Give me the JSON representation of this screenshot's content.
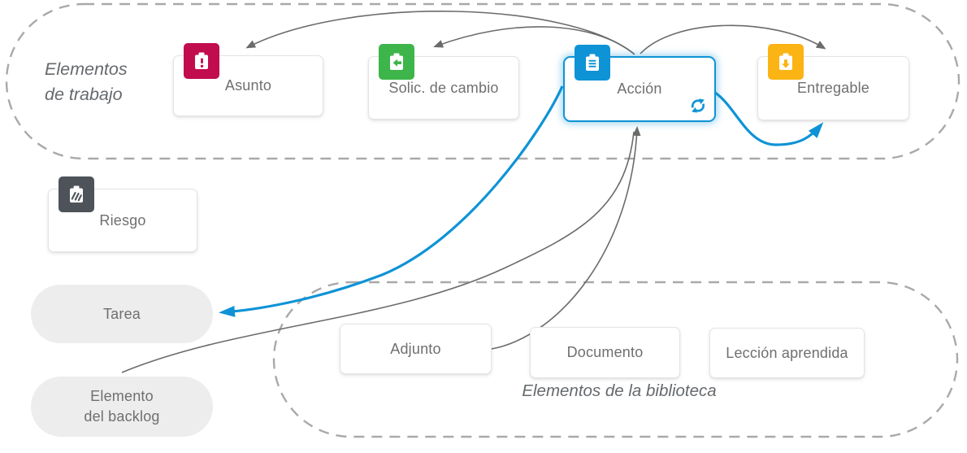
{
  "groups": {
    "work_items": {
      "line1": "Elementos",
      "line2": "de trabajo"
    },
    "library": {
      "label": "Elementos de la biblioteca"
    }
  },
  "nodes": {
    "asunto": {
      "label": "Asunto",
      "color": "#c10c4e",
      "icon": "clipboard-exclamation-icon"
    },
    "solic_de_cambio": {
      "label": "Solic. de cambio",
      "color": "#3db54a",
      "icon": "clipboard-arrow-left-icon"
    },
    "accion": {
      "label": "Acción",
      "color": "#0e93d6",
      "icon": "clipboard-list-icon",
      "corner_icon": "sync-icon",
      "selected": true
    },
    "entregable": {
      "label": "Entregable",
      "color": "#fbb414",
      "icon": "clipboard-arrow-down-icon"
    },
    "riesgo": {
      "label": "Riesgo",
      "color": "#4d5359",
      "icon": "clipboard-hatch-icon"
    },
    "tarea": {
      "label": "Tarea",
      "shape": "pill"
    },
    "elemento_del_backlog": {
      "line1": "Elemento",
      "line2": "del backlog",
      "shape": "pill"
    },
    "adjunto": {
      "label": "Adjunto"
    },
    "documento": {
      "label": "Documento"
    },
    "leccion_aprendida": {
      "label": "Lección aprendida"
    }
  },
  "connectors": {
    "gray_color": "#6b6b6b",
    "blue_color": "#0e93d6",
    "edges": [
      {
        "from": "accion",
        "to": "asunto",
        "style": "gray"
      },
      {
        "from": "accion",
        "to": "solic_de_cambio",
        "style": "gray"
      },
      {
        "from": "accion",
        "to": "entregable",
        "style": "gray"
      },
      {
        "from": "adjunto",
        "to": "accion",
        "style": "gray"
      },
      {
        "from": "elemento_del_backlog",
        "to": "accion",
        "style": "gray"
      },
      {
        "from": "accion",
        "to": "tarea",
        "style": "blue"
      },
      {
        "from": "accion",
        "to": "entregable",
        "style": "blue"
      }
    ]
  },
  "palette": {
    "dashed_outline": "#a9a9a9",
    "card_border": "#e4e4e4",
    "label_text": "#6f6f6f",
    "group_label_text": "#65696d",
    "pill_bg": "#ededee"
  }
}
